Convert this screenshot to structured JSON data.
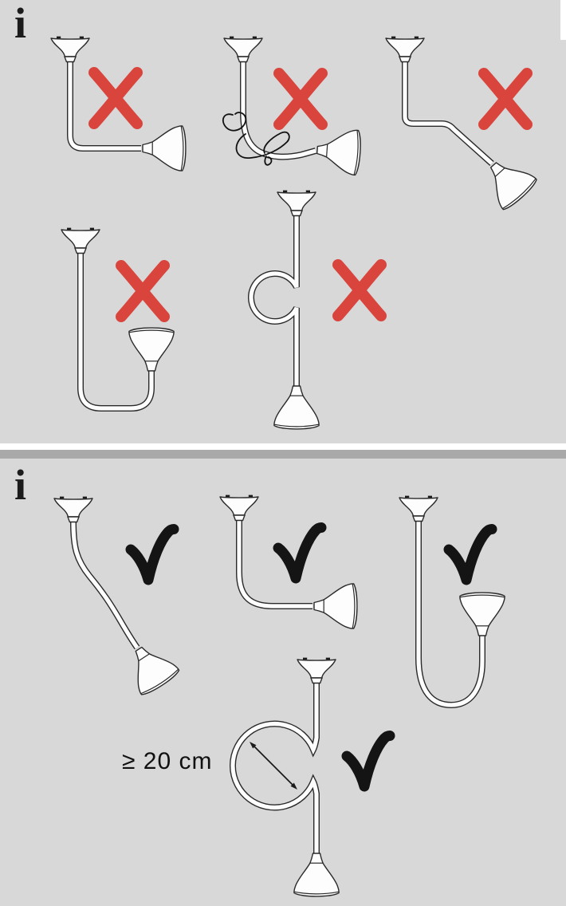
{
  "page": {
    "background_color": "#d8d8d8",
    "divider_bar_color": "#a9a9a9",
    "cross_color": "#d9453c",
    "check_color": "#141414",
    "line_color": "#2a2a2a"
  },
  "icons": {
    "info": "i",
    "cross": "red-x-mark",
    "check": "black-check-mark",
    "lamp_parts": [
      "ceiling-canopy-funnel",
      "flexible-stem-tube",
      "cone-diffuser-shade"
    ],
    "diameter_arrow": "double-headed-diagonal-arrow"
  },
  "panels": [
    {
      "info_label": "i",
      "type": "incorrect-installations",
      "figures": [
        {
          "name": "sharp-right-angle-bend",
          "verdict": "cross"
        },
        {
          "name": "tangled-twisted-stem",
          "verdict": "cross"
        },
        {
          "name": "sharp-zigzag-kink",
          "verdict": "cross"
        },
        {
          "name": "tight-u-turn-shade-up",
          "verdict": "cross"
        },
        {
          "name": "too-small-loop",
          "verdict": "cross"
        }
      ]
    },
    {
      "info_label": "i",
      "type": "correct-installations",
      "figures": [
        {
          "name": "gentle-s-curve",
          "verdict": "check"
        },
        {
          "name": "wide-radius-bend",
          "verdict": "check"
        },
        {
          "name": "wide-u-turn-shade-up",
          "verdict": "check"
        },
        {
          "name": "large-loop",
          "verdict": "check",
          "dimension_label": "≥ 20 cm"
        }
      ]
    }
  ]
}
